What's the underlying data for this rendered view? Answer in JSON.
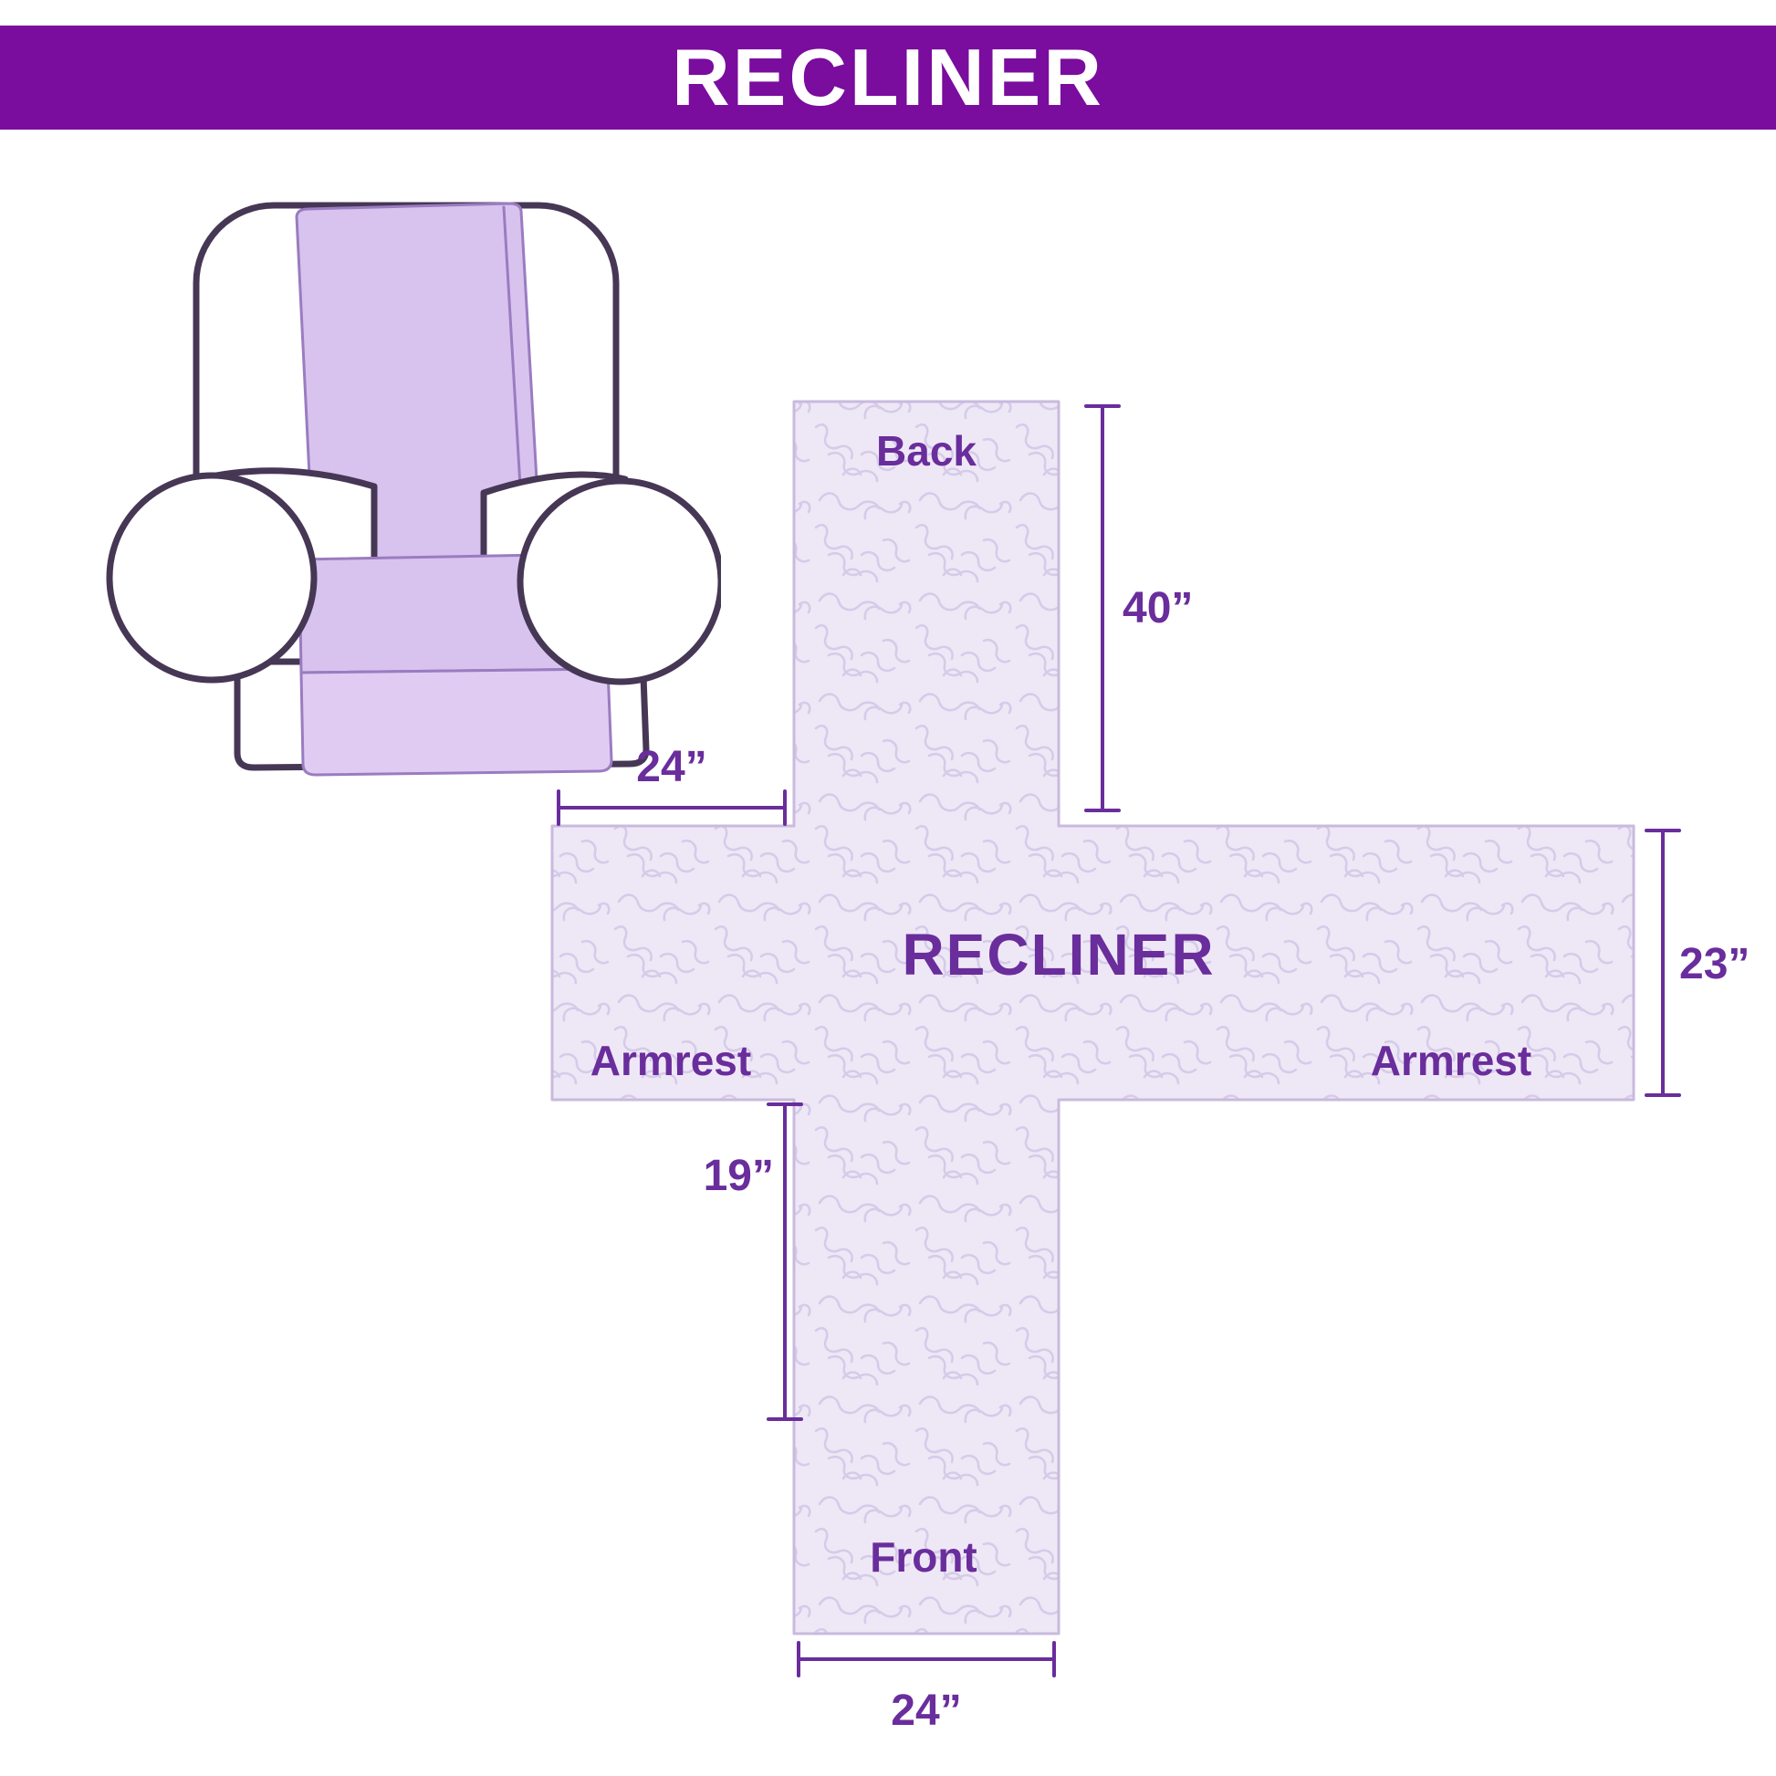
{
  "header": {
    "title": "RECLINER"
  },
  "illustration": {
    "name": "armchair-with-quilted-cover"
  },
  "diagram": {
    "center_label": "RECLINER",
    "labels": {
      "back": "Back",
      "front": "Front",
      "armrest_left": "Armrest",
      "armrest_right": "Armrest"
    },
    "dimensions": {
      "back_height": "40”",
      "top_width": "24”",
      "side_height": "23”",
      "front_height": "19”",
      "bottom_width": "24”"
    },
    "colors": {
      "accent": "#6a2d9c",
      "header_bg": "#7a0c9e",
      "quilt_fill": "#eee8f6",
      "quilt_line": "#d6cbe9",
      "cover": "#d8c3ef",
      "outline": "#463755"
    }
  }
}
